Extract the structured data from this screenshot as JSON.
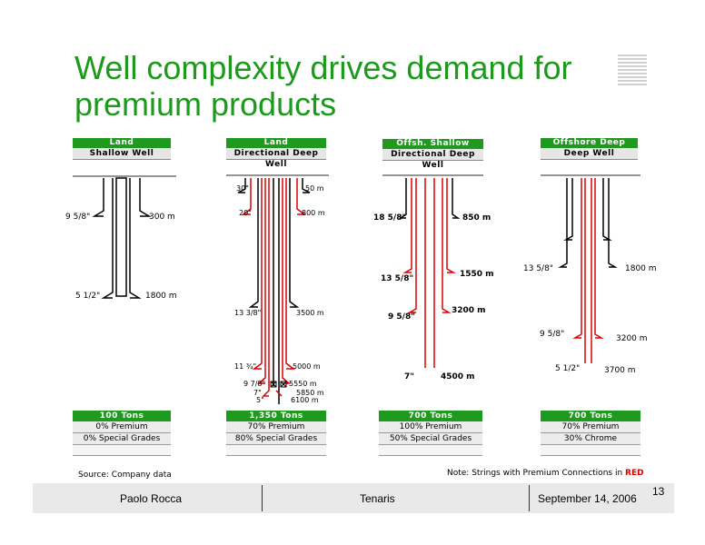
{
  "slide": {
    "title": "Well complexity drives demand for premium products",
    "source": "Source: Company data",
    "note_prefix": "Note: Strings with Premium Connections in ",
    "note_red": "RED",
    "page_number": "13"
  },
  "footer": {
    "presenter": "Paolo Rocca",
    "company": "Tenaris",
    "date": "September 14, 2006"
  },
  "colors": {
    "green": "#1f9a1f",
    "premium_red": "#dd0000"
  },
  "wells": [
    {
      "type": "Land",
      "name": "Shallow Well",
      "labels": [
        "9 5/8\"",
        "300 m",
        "5 1/2\"",
        "1800 m"
      ],
      "tons": "100 Tons",
      "premium": "0% Premium",
      "grades": "0% Special Grades"
    },
    {
      "type": "Land",
      "name": "Directional Deep Well",
      "labels": [
        "30\"",
        "50 m",
        "20\"",
        "800 m",
        "13 3/8\"",
        "3500 m",
        "11 ¾\"",
        "5000 m",
        "9 7/8\"",
        "5550 m",
        "7\"",
        "5850 m",
        "5\"",
        "6100 m"
      ],
      "tons": "1,350 Tons",
      "premium": "70% Premium",
      "grades": "80% Special Grades"
    },
    {
      "type": "Offsh. Shallow Water",
      "name": "Directional Deep Well",
      "labels": [
        "18 5/8\"",
        "850 m",
        "13 5/8\"",
        "1550 m",
        "9 5/8\"",
        "3200 m",
        "7\"",
        "4500 m"
      ],
      "tons": "700 Tons",
      "premium": "100% Premium",
      "grades": "50% Special Grades"
    },
    {
      "type": "Offshore Deep Water",
      "name": "Deep Well",
      "labels": [
        "13 5/8\"",
        "1800 m",
        "9 5/8\"",
        "3200 m",
        "5 1/2\"",
        "3700 m"
      ],
      "tons": "700 Tons",
      "premium": "70% Premium",
      "grades": "30% Chrome"
    }
  ]
}
